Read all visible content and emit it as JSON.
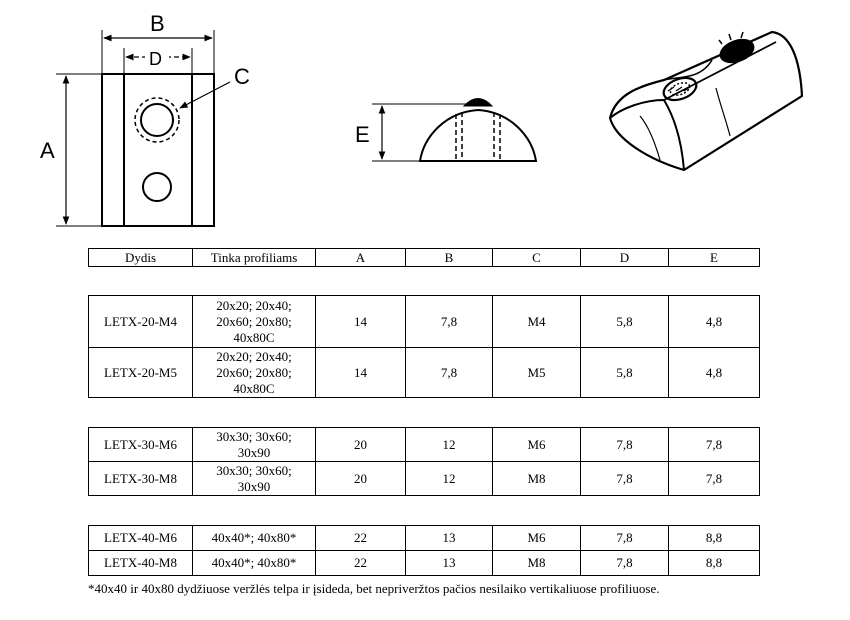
{
  "drawing": {
    "labels": {
      "a": "A",
      "b": "B",
      "c": "C",
      "d": "D",
      "e": "E"
    }
  },
  "table": {
    "headers": [
      "Dydis",
      "Tinka profiliams",
      "A",
      "B",
      "C",
      "D",
      "E"
    ],
    "groups": [
      {
        "rows": [
          {
            "dydis": "LETX-20-M4",
            "profiles": [
              "20x20; 20x40;",
              "20x60; 20x80;",
              "40x80C"
            ],
            "A": "14",
            "B": "7,8",
            "C": "M4",
            "D": "5,8",
            "E": "4,8"
          },
          {
            "dydis": "LETX-20-M5",
            "profiles": [
              "20x20; 20x40;",
              "20x60; 20x80;",
              "40x80C"
            ],
            "A": "14",
            "B": "7,8",
            "C": "M5",
            "D": "5,8",
            "E": "4,8"
          }
        ]
      },
      {
        "rows": [
          {
            "dydis": "LETX-30-M6",
            "profiles": [
              "30x30; 30x60;",
              "30x90"
            ],
            "A": "20",
            "B": "12",
            "C": "M6",
            "D": "7,8",
            "E": "7,8"
          },
          {
            "dydis": "LETX-30-M8",
            "profiles": [
              "30x30; 30x60;",
              "30x90"
            ],
            "A": "20",
            "B": "12",
            "C": "M8",
            "D": "7,8",
            "E": "7,8"
          }
        ]
      },
      {
        "rows": [
          {
            "dydis": "LETX-40-M6",
            "profiles": [
              "40x40*; 40x80*"
            ],
            "A": "22",
            "B": "13",
            "C": "M6",
            "D": "7,8",
            "E": "8,8"
          },
          {
            "dydis": "LETX-40-M8",
            "profiles": [
              "40x40*; 40x80*"
            ],
            "A": "22",
            "B": "13",
            "C": "M8",
            "D": "7,8",
            "E": "8,8"
          }
        ]
      }
    ]
  },
  "footnote": "*40x40 ir 40x80 dydžiuose veržlės telpa ir įsideda, bet nepriveržtos pačios nesilaiko vertikaliuose profiliuose."
}
